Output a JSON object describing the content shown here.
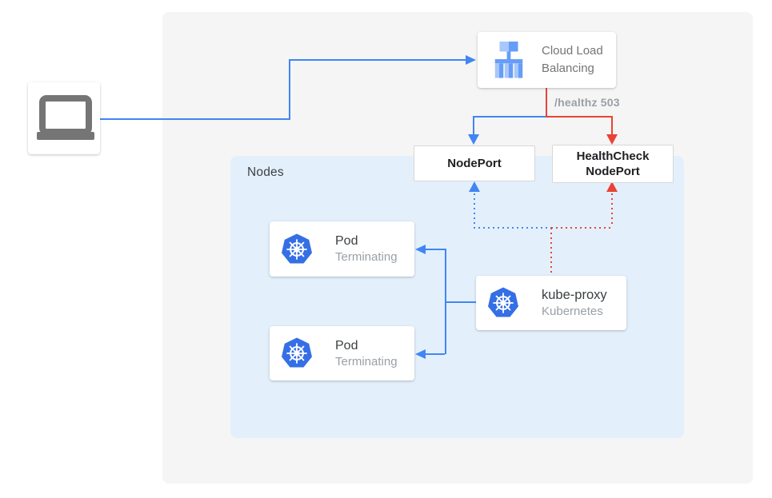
{
  "colors": {
    "blue": "#4285F4",
    "red": "#EA4335",
    "panel_bg": "#F5F5F5",
    "nodes_bg": "#E3F0FC",
    "kubernetes_blue": "#356FE5",
    "muted_text": "#9AA0A6",
    "dark_text": "#3C4043"
  },
  "diagram": {
    "client": {
      "icon": "laptop-icon"
    },
    "cloud_load_balancing": {
      "label": "Cloud Load Balancing",
      "icon": "load-balancer-icon"
    },
    "healthz_badge": "/healthz 503",
    "nodeport": {
      "label": "NodePort"
    },
    "healthcheck_nodeport": {
      "line1": "HealthCheck",
      "line2": "NodePort"
    },
    "nodes_group": {
      "label": "Nodes"
    },
    "pods": [
      {
        "title": "Pod",
        "status": "Terminating"
      },
      {
        "title": "Pod",
        "status": "Terminating"
      }
    ],
    "kube_proxy": {
      "title": "kube-proxy",
      "subtitle": "Kubernetes"
    }
  }
}
